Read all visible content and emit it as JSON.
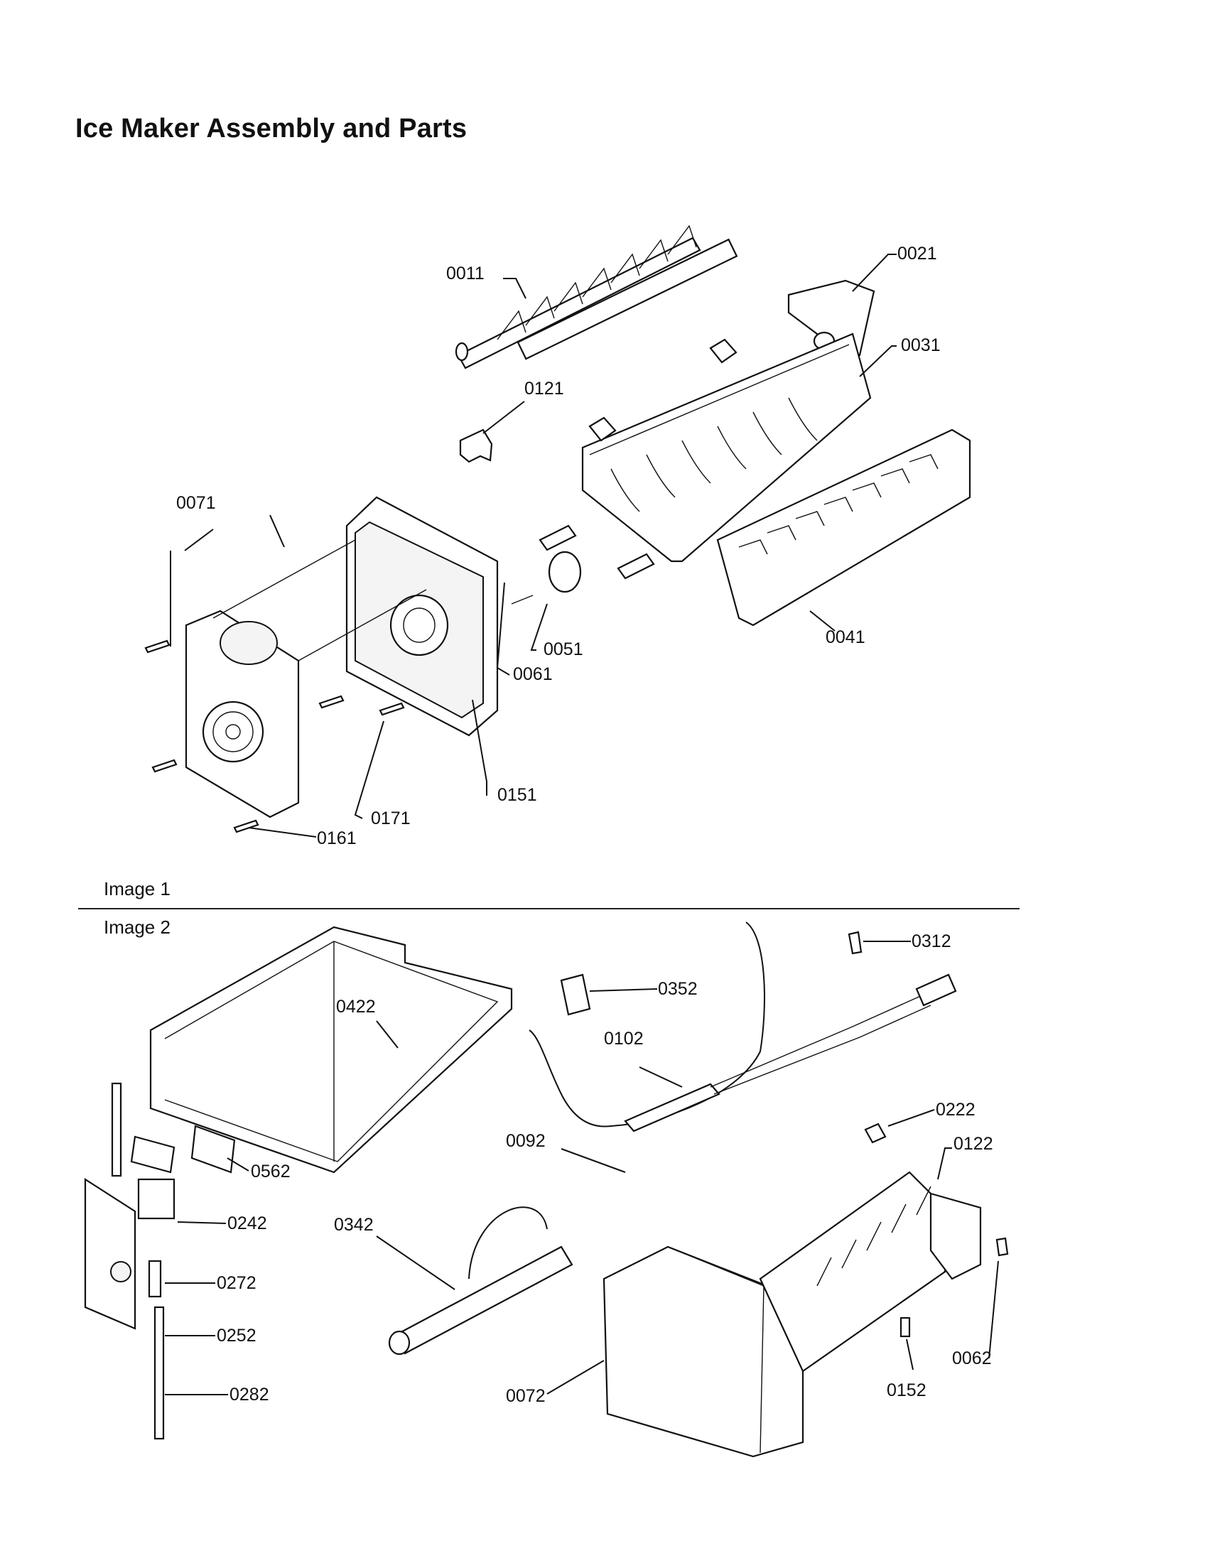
{
  "title": "Ice Maker Assembly and Parts",
  "image_labels": [
    "Image 1",
    "Image 2"
  ],
  "parts_image1": [
    "0011",
    "0021",
    "0031",
    "0121",
    "0071",
    "0051",
    "0041",
    "0061",
    "0151",
    "0171",
    "0161"
  ],
  "parts_image2": [
    "0312",
    "0352",
    "0422",
    "0102",
    "0222",
    "0092",
    "0122",
    "0562",
    "0242",
    "0342",
    "0272",
    "0252",
    "0062",
    "0282",
    "0152",
    "0072"
  ]
}
